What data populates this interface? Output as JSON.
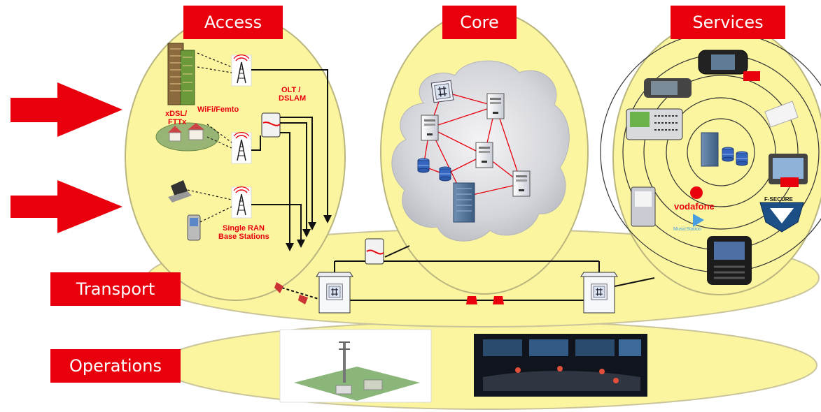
{
  "layers": {
    "access": "Access",
    "core": "Core",
    "services": "Services",
    "transport": "Transport",
    "operations": "Operations"
  },
  "access_labels": {
    "xdsl_line1": "xDSL/",
    "xdsl_line2": "FTTx",
    "wifi": "WiFi/Femto",
    "olt_line1": "OLT /",
    "olt_line2": "DSLAM",
    "ran_line1": "Single RAN",
    "ran_line2": "Base Stations"
  },
  "services_labels": {
    "vodafone": "vodafone",
    "fsecure": "F-SECURE",
    "music": "MusicStation"
  },
  "icons": {
    "arrow": "red-input-arrow",
    "tower": "radio-tower",
    "router": "router-box",
    "server": "server",
    "database": "database",
    "building": "building"
  },
  "colors": {
    "accent": "#e8000c",
    "ellipse_fill": "#fbf5a0",
    "ellipse_stroke": "#c9c49a",
    "link": "#e8000c",
    "wire": "#111111"
  }
}
